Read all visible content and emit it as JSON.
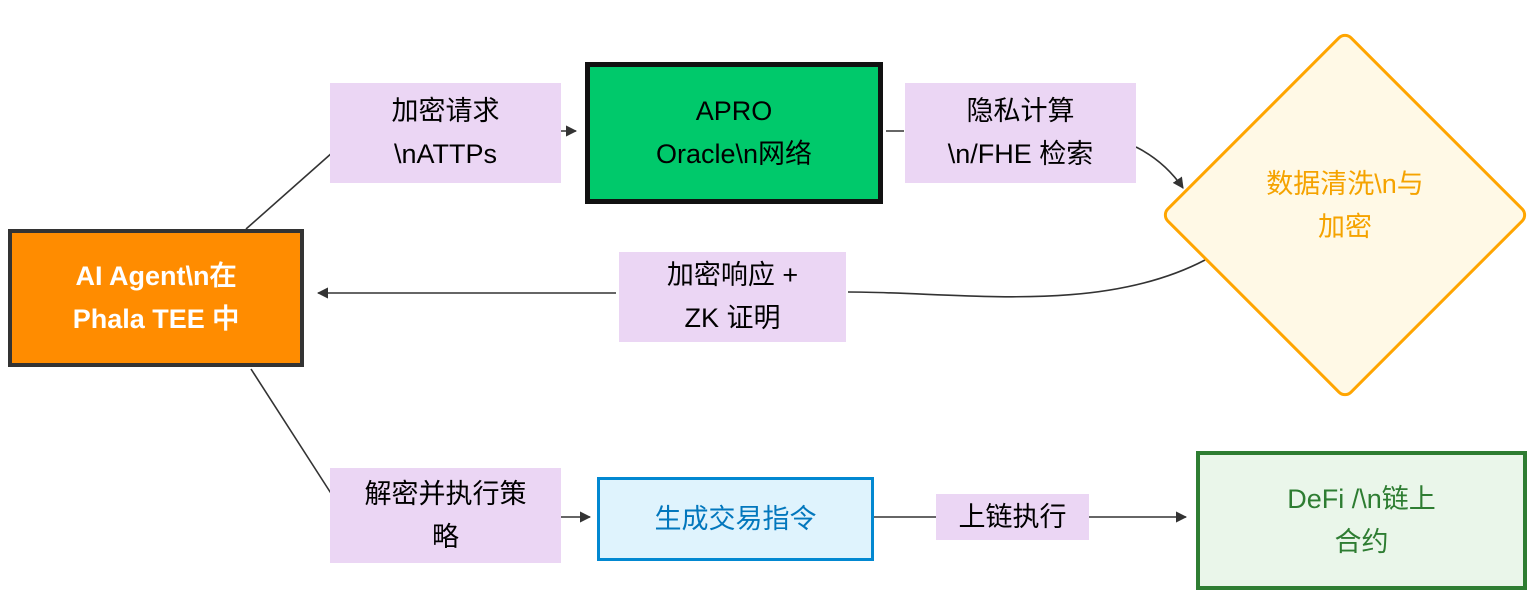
{
  "colors": {
    "line": "#333333",
    "edge_label_bg": "#EBD6F4",
    "edge_label_text": "#000000",
    "ai_agent_fill": "#FF8C00",
    "ai_agent_border": "#333333",
    "ai_agent_text": "#FFFFFF",
    "apro_fill": "#00C96B",
    "apro_border": "#111111",
    "apro_text": "#000000",
    "diamond_fill": "#FFF9E6",
    "diamond_border": "#FFA500",
    "diamond_text": "#F5A300",
    "tx_fill": "#DFF3FD",
    "tx_border": "#0288D1",
    "tx_text": "#0277BD",
    "defi_fill": "#EAF6EA",
    "defi_border": "#2E7D32",
    "defi_text": "#2E7D32"
  },
  "nodes": {
    "ai_agent": {
      "line1": "AI Agent\\n在",
      "line2": "Phala TEE 中"
    },
    "apro": {
      "line1": "APRO",
      "line2": "Oracle\\n网络"
    },
    "cleanse": {
      "line1": "数据清洗\\n与",
      "line2": "加密"
    },
    "tx": {
      "line1": "生成交易指令"
    },
    "defi": {
      "line1": "DeFi /\\n链上",
      "line2": "合约"
    }
  },
  "edge_labels": {
    "encrypt_request": {
      "line1": "加密请求",
      "line2": "\\nATTPs"
    },
    "private_compute": {
      "line1": "隐私计算",
      "line2": "\\n/FHE 检索"
    },
    "encrypted_response": {
      "line1": "加密响应 +",
      "line2": "ZK 证明"
    },
    "decrypt_execute": {
      "line1": "解密并执行策",
      "line2": "略"
    },
    "onchain_execute": {
      "line1": "上链执行"
    }
  }
}
